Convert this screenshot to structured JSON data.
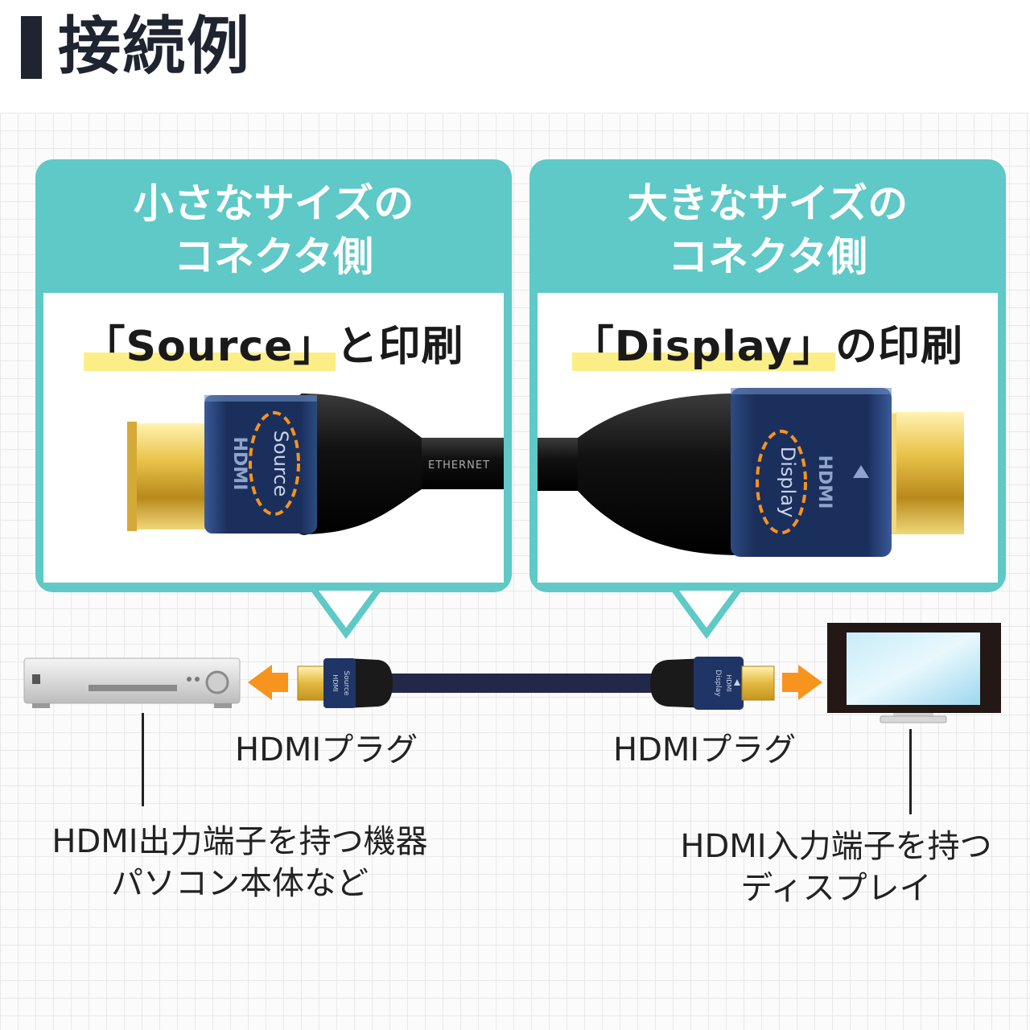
{
  "title": "接続例",
  "left_panel": {
    "heading_line1": "小さなサイズの",
    "heading_line2": "コネクタ側",
    "label_printed": "「Source」",
    "label_suffix": "と印刷",
    "connector_print": "Source",
    "cable_print": "ETHERNET"
  },
  "right_panel": {
    "heading_line1": "大きなサイズの",
    "heading_line2": "コネクタ側",
    "label_printed": "「Display」",
    "label_suffix": "の印刷",
    "connector_print": "Display"
  },
  "hdmi_logo_text": "HDMI",
  "plug_left_label": "HDMIプラグ",
  "plug_right_label": "HDMIプラグ",
  "source_device": {
    "line1": "HDMI出力端子を持つ機器",
    "line2": "パソコン本体など"
  },
  "display_device": {
    "line1": "HDMI入力端子を持つ",
    "line2": "ディスプレイ"
  },
  "colors": {
    "accent_teal": "#5ec9c6",
    "highlight_yellow": "#fbee87",
    "arrow_orange": "#f7941d",
    "connector_blue": "#1f3565",
    "dark_title": "#1e2430"
  }
}
